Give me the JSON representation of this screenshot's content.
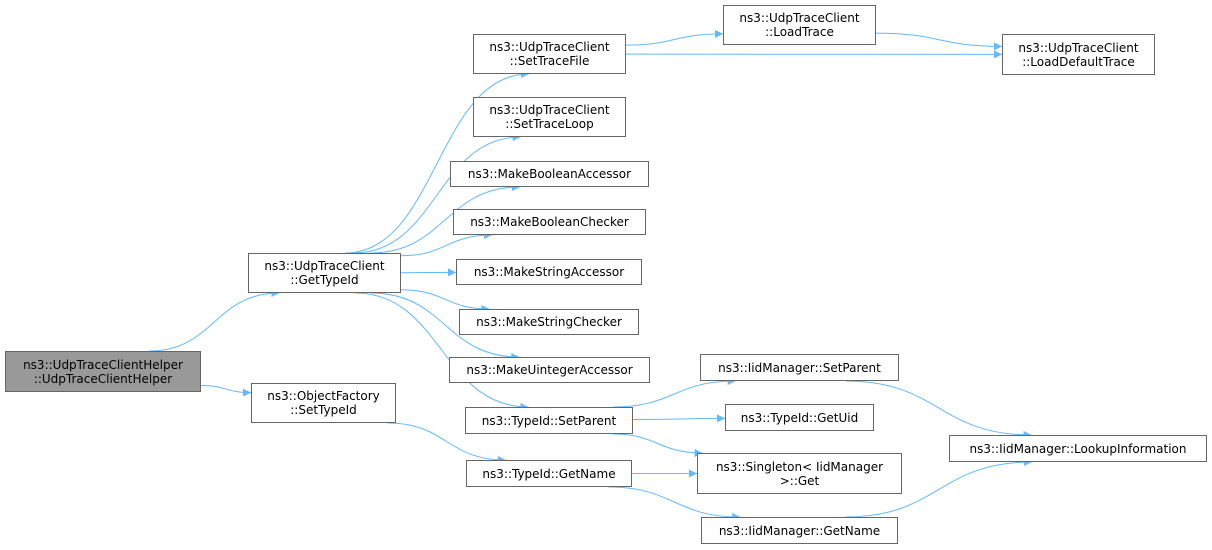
{
  "diagram": {
    "edge_color": "#63b8ff",
    "root_fill": "#999999",
    "node_border": "#666666",
    "nodes": {
      "root": {
        "line1": "ns3::UdpTraceClientHelper",
        "line2": "::UdpTraceClientHelper"
      },
      "get_type_id": {
        "line1": "ns3::UdpTraceClient",
        "line2": "::GetTypeId"
      },
      "object_factory_set_type_id": {
        "line1": "ns3::ObjectFactory",
        "line2": "::SetTypeId"
      },
      "set_trace_file": {
        "line1": "ns3::UdpTraceClient",
        "line2": "::SetTraceFile"
      },
      "set_trace_loop": {
        "line1": "ns3::UdpTraceClient",
        "line2": "::SetTraceLoop"
      },
      "make_boolean_accessor": {
        "line1": "ns3::MakeBooleanAccessor"
      },
      "make_boolean_checker": {
        "line1": "ns3::MakeBooleanChecker"
      },
      "make_string_accessor": {
        "line1": "ns3::MakeStringAccessor"
      },
      "make_string_checker": {
        "line1": "ns3::MakeStringChecker"
      },
      "make_uinteger_accessor": {
        "line1": "ns3::MakeUintegerAccessor"
      },
      "type_id_set_parent": {
        "line1": "ns3::TypeId::SetParent"
      },
      "type_id_get_name": {
        "line1": "ns3::TypeId::GetName"
      },
      "load_trace": {
        "line1": "ns3::UdpTraceClient",
        "line2": "::LoadTrace"
      },
      "load_default_trace": {
        "line1": "ns3::UdpTraceClient",
        "line2": "::LoadDefaultTrace"
      },
      "iid_manager_set_parent": {
        "line1": "ns3::IidManager::SetParent"
      },
      "type_id_get_uid": {
        "line1": "ns3::TypeId::GetUid"
      },
      "singleton_get": {
        "line1": "ns3::Singleton< IidManager",
        "line2": ">::Get"
      },
      "iid_manager_get_name": {
        "line1": "ns3::IidManager::GetName"
      },
      "iid_manager_lookup_information": {
        "line1": "ns3::IidManager::LookupInformation"
      }
    },
    "edges": [
      [
        "root",
        "get_type_id"
      ],
      [
        "root",
        "object_factory_set_type_id"
      ],
      [
        "get_type_id",
        "set_trace_file"
      ],
      [
        "get_type_id",
        "set_trace_loop"
      ],
      [
        "get_type_id",
        "make_boolean_accessor"
      ],
      [
        "get_type_id",
        "make_boolean_checker"
      ],
      [
        "get_type_id",
        "make_string_accessor"
      ],
      [
        "get_type_id",
        "make_string_checker"
      ],
      [
        "get_type_id",
        "make_uinteger_accessor"
      ],
      [
        "get_type_id",
        "type_id_set_parent"
      ],
      [
        "object_factory_set_type_id",
        "type_id_get_name"
      ],
      [
        "set_trace_file",
        "load_trace"
      ],
      [
        "set_trace_file",
        "load_default_trace"
      ],
      [
        "load_trace",
        "load_default_trace"
      ],
      [
        "type_id_set_parent",
        "iid_manager_set_parent"
      ],
      [
        "type_id_set_parent",
        "type_id_get_uid"
      ],
      [
        "type_id_set_parent",
        "singleton_get"
      ],
      [
        "type_id_get_name",
        "singleton_get"
      ],
      [
        "type_id_get_name",
        "iid_manager_get_name"
      ],
      [
        "iid_manager_set_parent",
        "iid_manager_lookup_information"
      ],
      [
        "iid_manager_get_name",
        "iid_manager_lookup_information"
      ]
    ]
  }
}
